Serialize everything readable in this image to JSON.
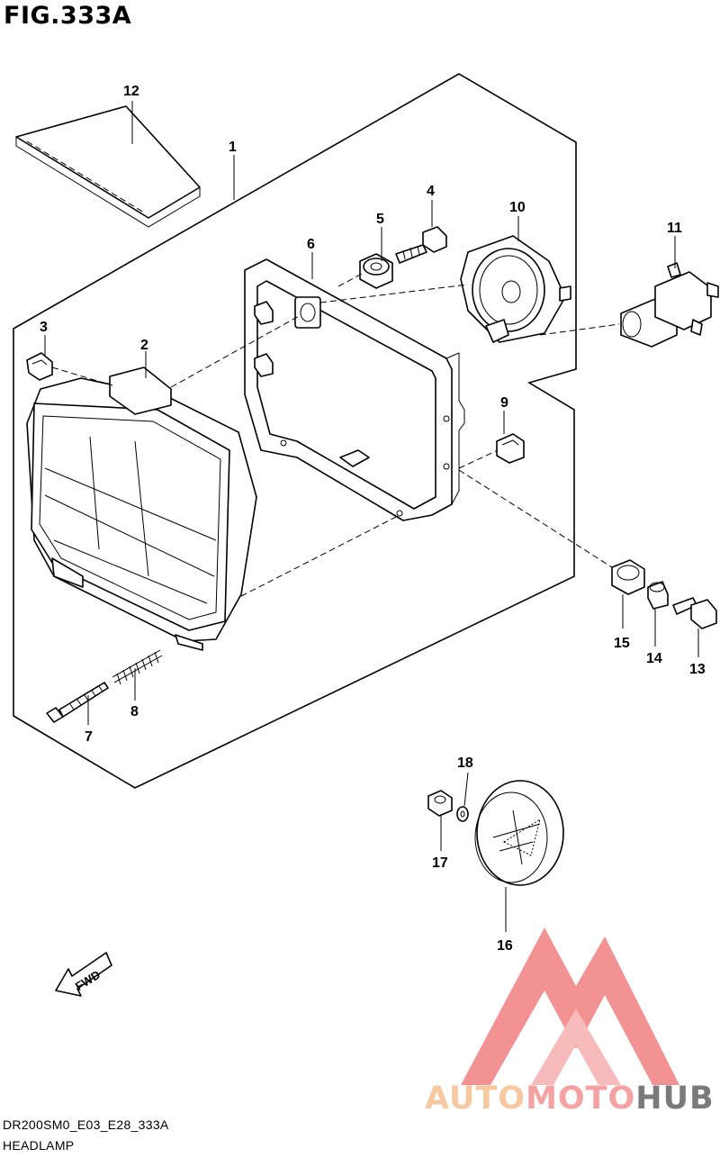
{
  "figure": {
    "title": "FIG.333A"
  },
  "callouts": [
    "1",
    "2",
    "3",
    "4",
    "5",
    "6",
    "7",
    "8",
    "9",
    "10",
    "11",
    "12",
    "13",
    "14",
    "15",
    "16",
    "17",
    "18"
  ],
  "fwd_label": "FWD",
  "footer": {
    "code": "DR200SM0_E03_E28_333A",
    "name": "HEADLAMP"
  },
  "watermark": {
    "part1": "AUTO",
    "part2": "MOTO",
    "part3": "HUB",
    "colors": {
      "auto": "#f6c9a0",
      "moto": "#f4a2a2",
      "hub": "#7a7a7a",
      "logo": "#f08080"
    }
  }
}
